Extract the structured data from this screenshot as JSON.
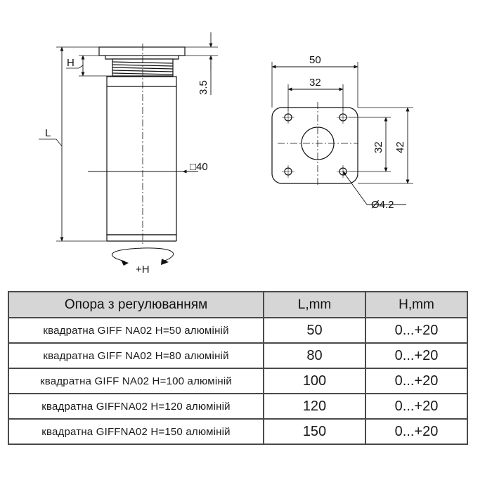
{
  "drawing": {
    "dims": {
      "h_label": "H",
      "dim_3_5": "3.5",
      "l_label": "L",
      "square_40": "□40",
      "rotate_h": "+H",
      "plate_width": "50",
      "hole_spacing_x": "32",
      "hole_spacing_y": "32",
      "plate_height": "42",
      "hole_diameter": "Ø4.2"
    }
  },
  "table": {
    "headers": [
      "Опора з регулюванням",
      "L,mm",
      "H,mm"
    ],
    "rows": [
      {
        "name": "квадратна GIFF NA02 H=50 алюміній",
        "l": "50",
        "h": "0...+20"
      },
      {
        "name": "квадратна GIFF NA02 H=80 алюміній",
        "l": "80",
        "h": "0...+20"
      },
      {
        "name": "квадратна GIFF NA02 H=100 алюміній",
        "l": "100",
        "h": "0...+20"
      },
      {
        "name": "квадратна GIFFNA02 H=120 алюміній",
        "l": "120",
        "h": "0...+20"
      },
      {
        "name": "квадратна GIFFNA02 H=150 алюміній",
        "l": "150",
        "h": "0...+20"
      }
    ]
  }
}
